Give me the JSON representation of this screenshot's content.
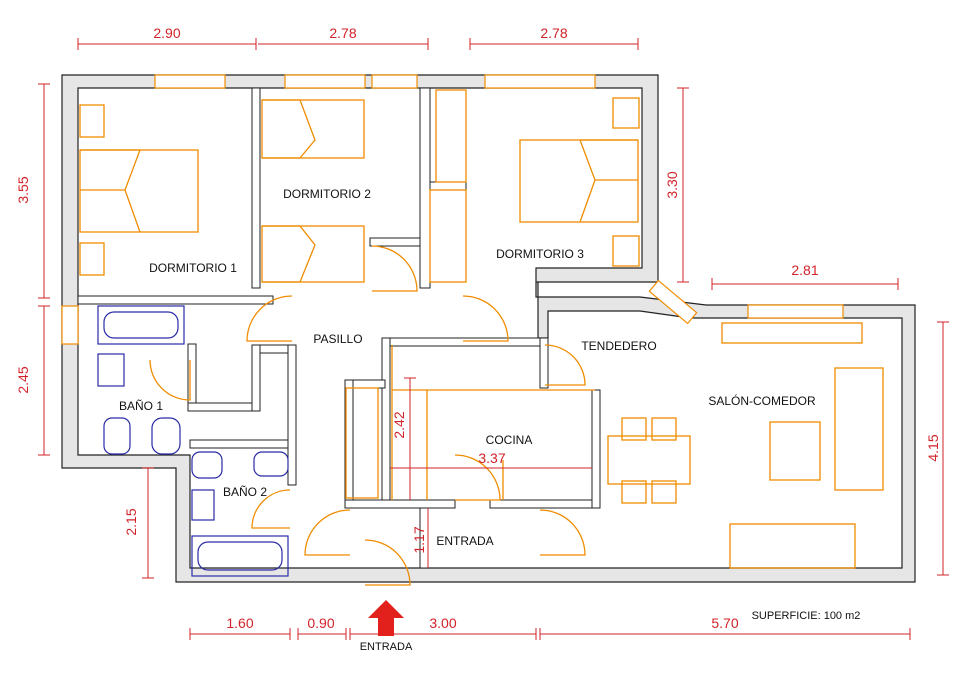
{
  "rooms": {
    "dormitorio1": "DORMITORIO 1",
    "dormitorio2": "DORMITORIO 2",
    "dormitorio3": "DORMITORIO 3",
    "pasillo": "PASILLO",
    "tendedero": "TENDEDERO",
    "salon": "SALÓN-COMEDOR",
    "cocina": "COCINA",
    "bano1": "BAÑO 1",
    "bano2": "BAÑO 2",
    "entrada_hall": "ENTRADA"
  },
  "dimensions": {
    "top_d1": "2.90",
    "top_d2": "2.78",
    "top_d3": "2.78",
    "right_d3": "3.30",
    "top_salon": "2.81",
    "right_salon": "4.15",
    "left_d1": "3.55",
    "left_bano1": "2.45",
    "left_bano2": "2.15",
    "cocina_v": "2.42",
    "cocina_h": "3.37",
    "entrada_v": "1.17",
    "bottom_1": "1.60",
    "bottom_2": "0.90",
    "bottom_3": "3.00",
    "bottom_4": "5.70"
  },
  "labels": {
    "entrance": "ENTRADA",
    "surface": "SUPERFICIE: 100 m2"
  },
  "colors": {
    "dimension": "#d2232a",
    "furniture": "#f08c00",
    "sanitary": "#2a2aa6",
    "wall": "#e6e6e6",
    "arrow": "#e3211c"
  }
}
